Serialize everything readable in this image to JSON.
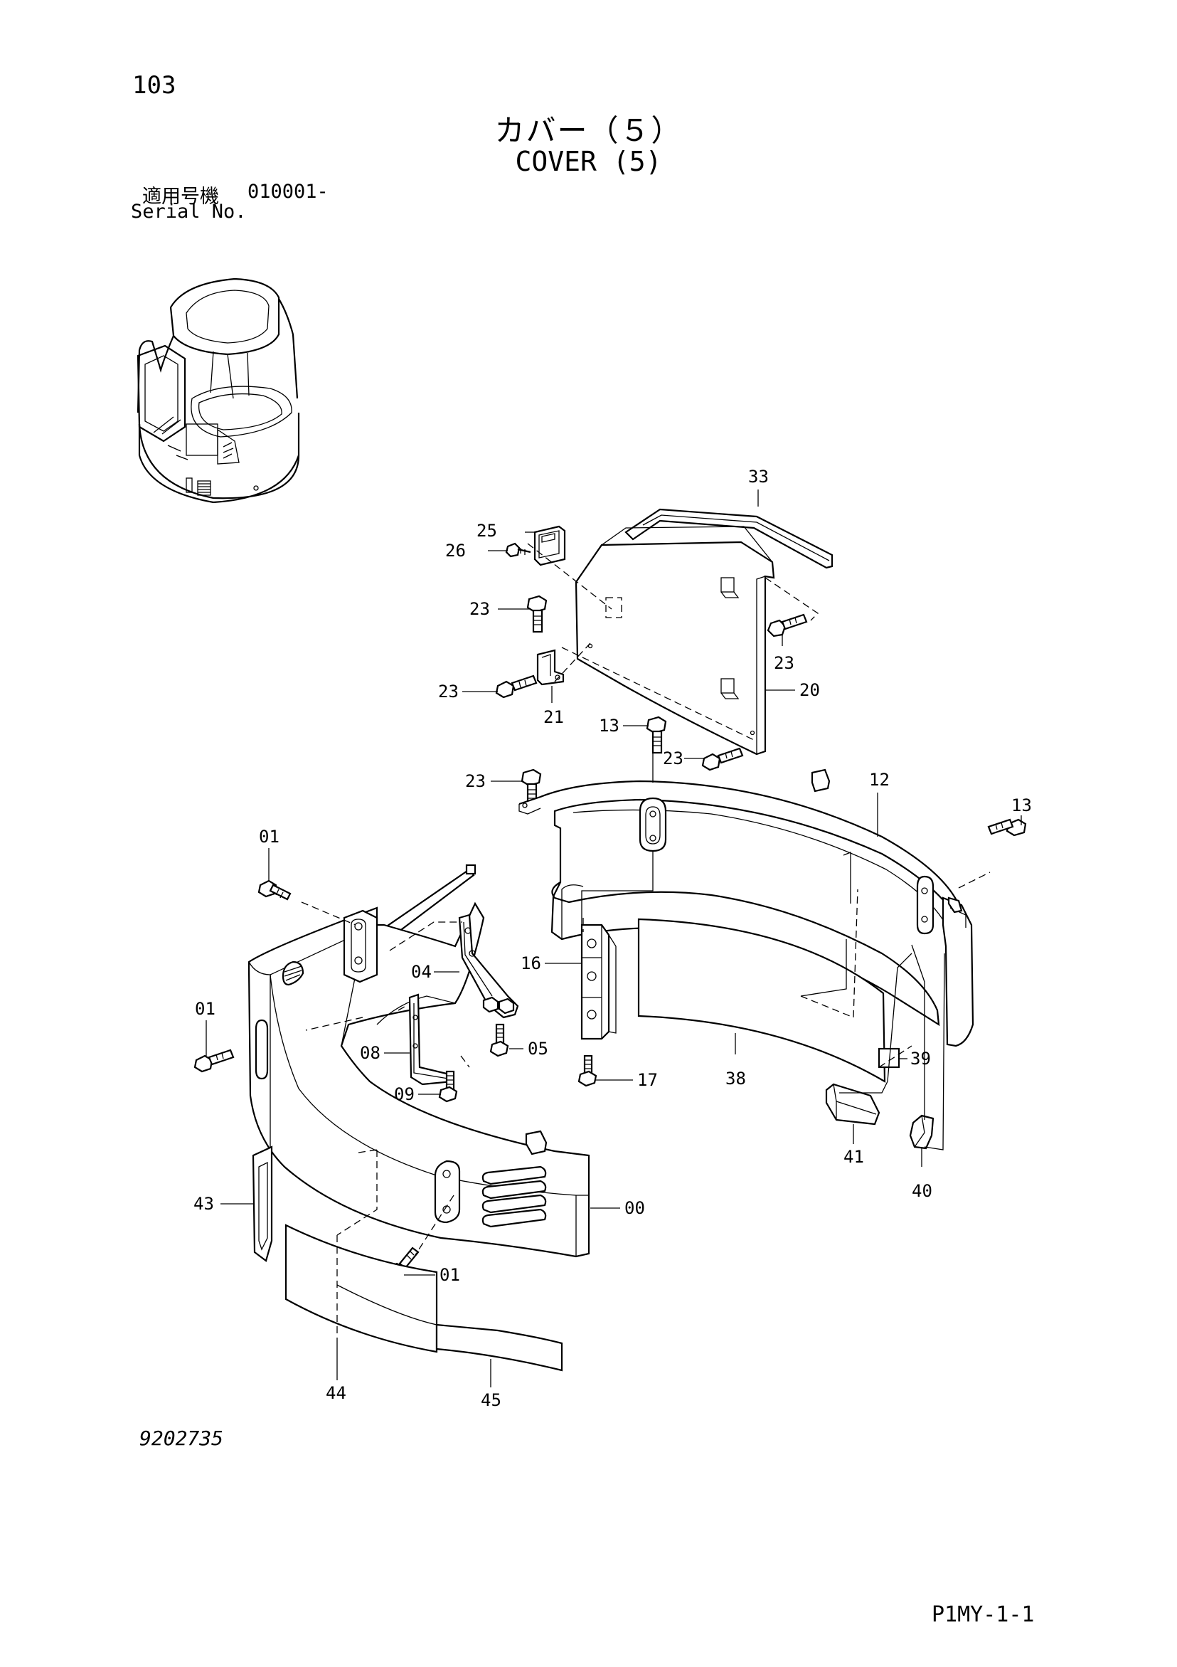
{
  "header": {
    "page_number": "103",
    "title_jp": "カバー（５）",
    "title_en": "COVER (5)",
    "serial_label_jp": "適用号機",
    "serial_value": "010001-",
    "serial_label_en": "Serial No."
  },
  "footer": {
    "drawing_number": "9202735",
    "page_code": "P1MY-1-1"
  },
  "callouts": [
    {
      "id": "c33",
      "label": "33"
    },
    {
      "id": "c25",
      "label": "25"
    },
    {
      "id": "c26",
      "label": "26"
    },
    {
      "id": "c23a",
      "label": "23"
    },
    {
      "id": "c23b",
      "label": "23"
    },
    {
      "id": "c23c",
      "label": "23"
    },
    {
      "id": "c21",
      "label": "21"
    },
    {
      "id": "c20",
      "label": "20"
    },
    {
      "id": "c13a",
      "label": "13"
    },
    {
      "id": "c23d",
      "label": "23"
    },
    {
      "id": "c23e",
      "label": "23"
    },
    {
      "id": "c12",
      "label": "12"
    },
    {
      "id": "c13b",
      "label": "13"
    },
    {
      "id": "c01a",
      "label": "01"
    },
    {
      "id": "c04",
      "label": "04"
    },
    {
      "id": "c16",
      "label": "16"
    },
    {
      "id": "c01b",
      "label": "01"
    },
    {
      "id": "c08",
      "label": "08"
    },
    {
      "id": "c05",
      "label": "05"
    },
    {
      "id": "c17",
      "label": "17"
    },
    {
      "id": "c38",
      "label": "38"
    },
    {
      "id": "c39",
      "label": "39"
    },
    {
      "id": "c09",
      "label": "09"
    },
    {
      "id": "c41",
      "label": "41"
    },
    {
      "id": "c40",
      "label": "40"
    },
    {
      "id": "c43",
      "label": "43"
    },
    {
      "id": "c00",
      "label": "00"
    },
    {
      "id": "c01c",
      "label": "01"
    },
    {
      "id": "c44",
      "label": "44"
    },
    {
      "id": "c45",
      "label": "45"
    }
  ]
}
